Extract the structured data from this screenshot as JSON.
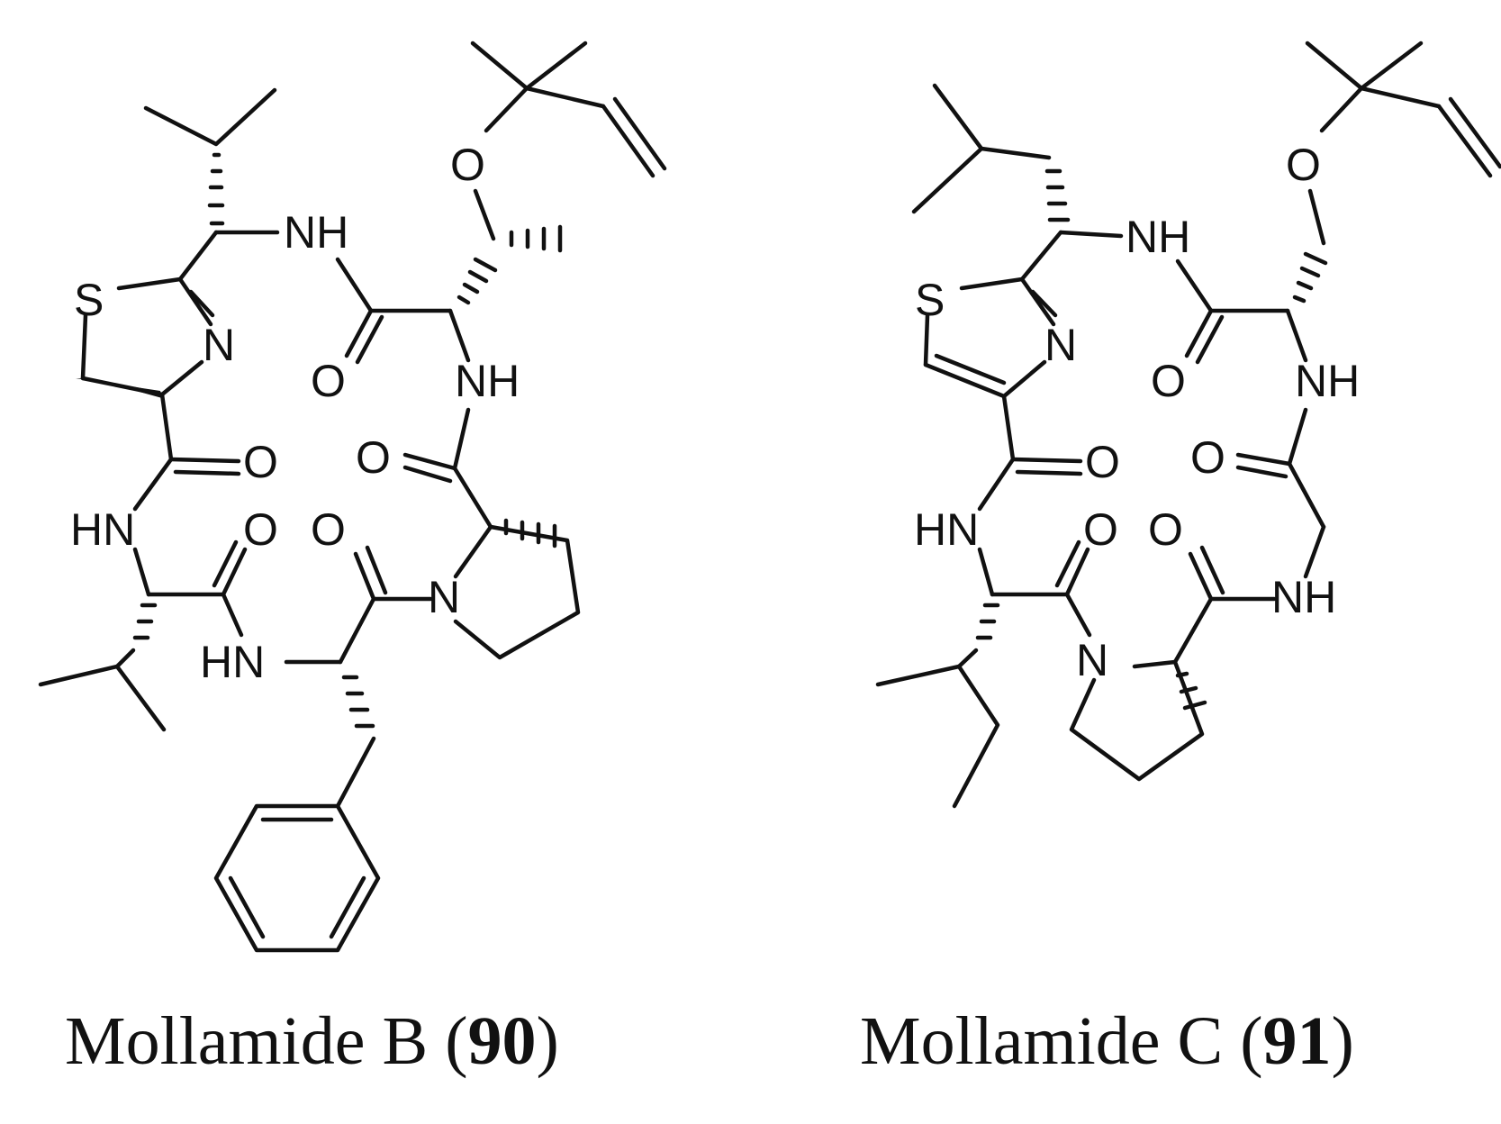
{
  "molecules": [
    {
      "id": "mollamide-b",
      "name": "Mollamide B",
      "number": "90",
      "atom_labels": [
        "NH",
        "S",
        "N",
        "O",
        "O",
        "NH",
        "O",
        "O",
        "HN",
        "O",
        "O",
        "N",
        "HN"
      ]
    },
    {
      "id": "mollamide-c",
      "name": "Mollamide C",
      "number": "91",
      "atom_labels": [
        "NH",
        "S",
        "N",
        "O",
        "O",
        "NH",
        "O",
        "O",
        "HN",
        "O",
        "O",
        "NH",
        "N"
      ]
    }
  ]
}
